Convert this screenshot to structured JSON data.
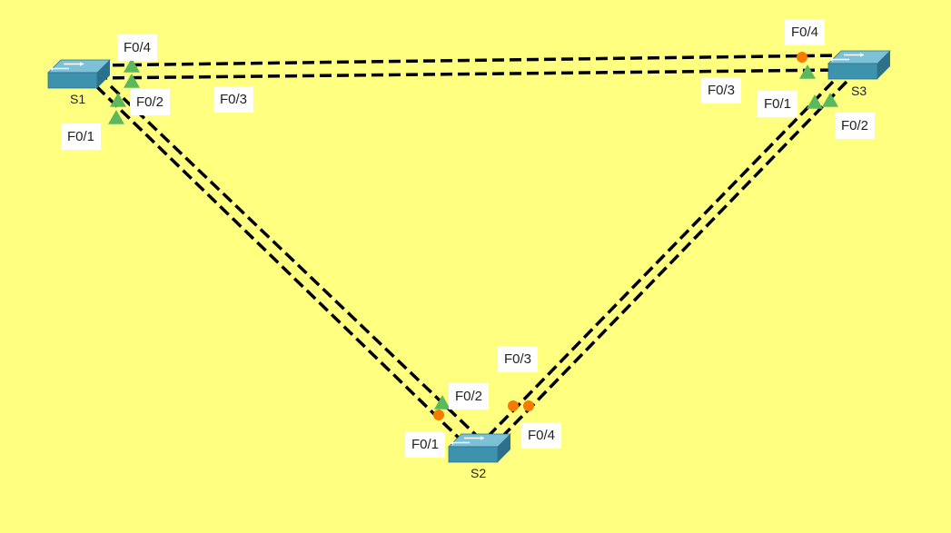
{
  "colors": {
    "background": "#ffff80",
    "cable": "#000000",
    "link_up": "#5cb85c",
    "link_blocked": "#f57c00",
    "switch_top": "#7cc1d6",
    "switch_front": "#3d93ad",
    "switch_side": "#2a7189"
  },
  "switches": [
    {
      "id": "S1",
      "label": "S1"
    },
    {
      "id": "S2",
      "label": "S2"
    },
    {
      "id": "S3",
      "label": "S3"
    }
  ],
  "links": [
    {
      "a": "S1",
      "a_port": "F0/4",
      "b": "S3",
      "b_port": "F0/4",
      "a_state": "up",
      "b_state": "blocked"
    },
    {
      "a": "S1",
      "a_port": "F0/3",
      "b": "S3",
      "b_port": "F0/3",
      "a_state": "up",
      "b_state": "up"
    },
    {
      "a": "S1",
      "a_port": "F0/1",
      "b": "S2",
      "b_port": "F0/1",
      "a_state": "up",
      "b_state": "blocked"
    },
    {
      "a": "S1",
      "a_port": "F0/2",
      "b": "S2",
      "b_port": "F0/2",
      "a_state": "up",
      "b_state": "up"
    },
    {
      "a": "S3",
      "a_port": "F0/1",
      "b": "S2",
      "b_port": "F0/3",
      "a_state": "up",
      "b_state": "blocked"
    },
    {
      "a": "S3",
      "a_port": "F0/2",
      "b": "S2",
      "b_port": "F0/4",
      "a_state": "up",
      "b_state": "blocked"
    }
  ],
  "port_labels": {
    "s1_f04": "F0/4",
    "s1_f02": "F0/2",
    "s1_f01": "F0/1",
    "s1_s3_f03": "F0/3",
    "s3_f04": "F0/4",
    "s3_f03": "F0/3",
    "s3_f01": "F0/1",
    "s3_f02": "F0/2",
    "s2_f03": "F0/3",
    "s2_f02": "F0/2",
    "s2_f01": "F0/1",
    "s2_f04": "F0/4"
  }
}
